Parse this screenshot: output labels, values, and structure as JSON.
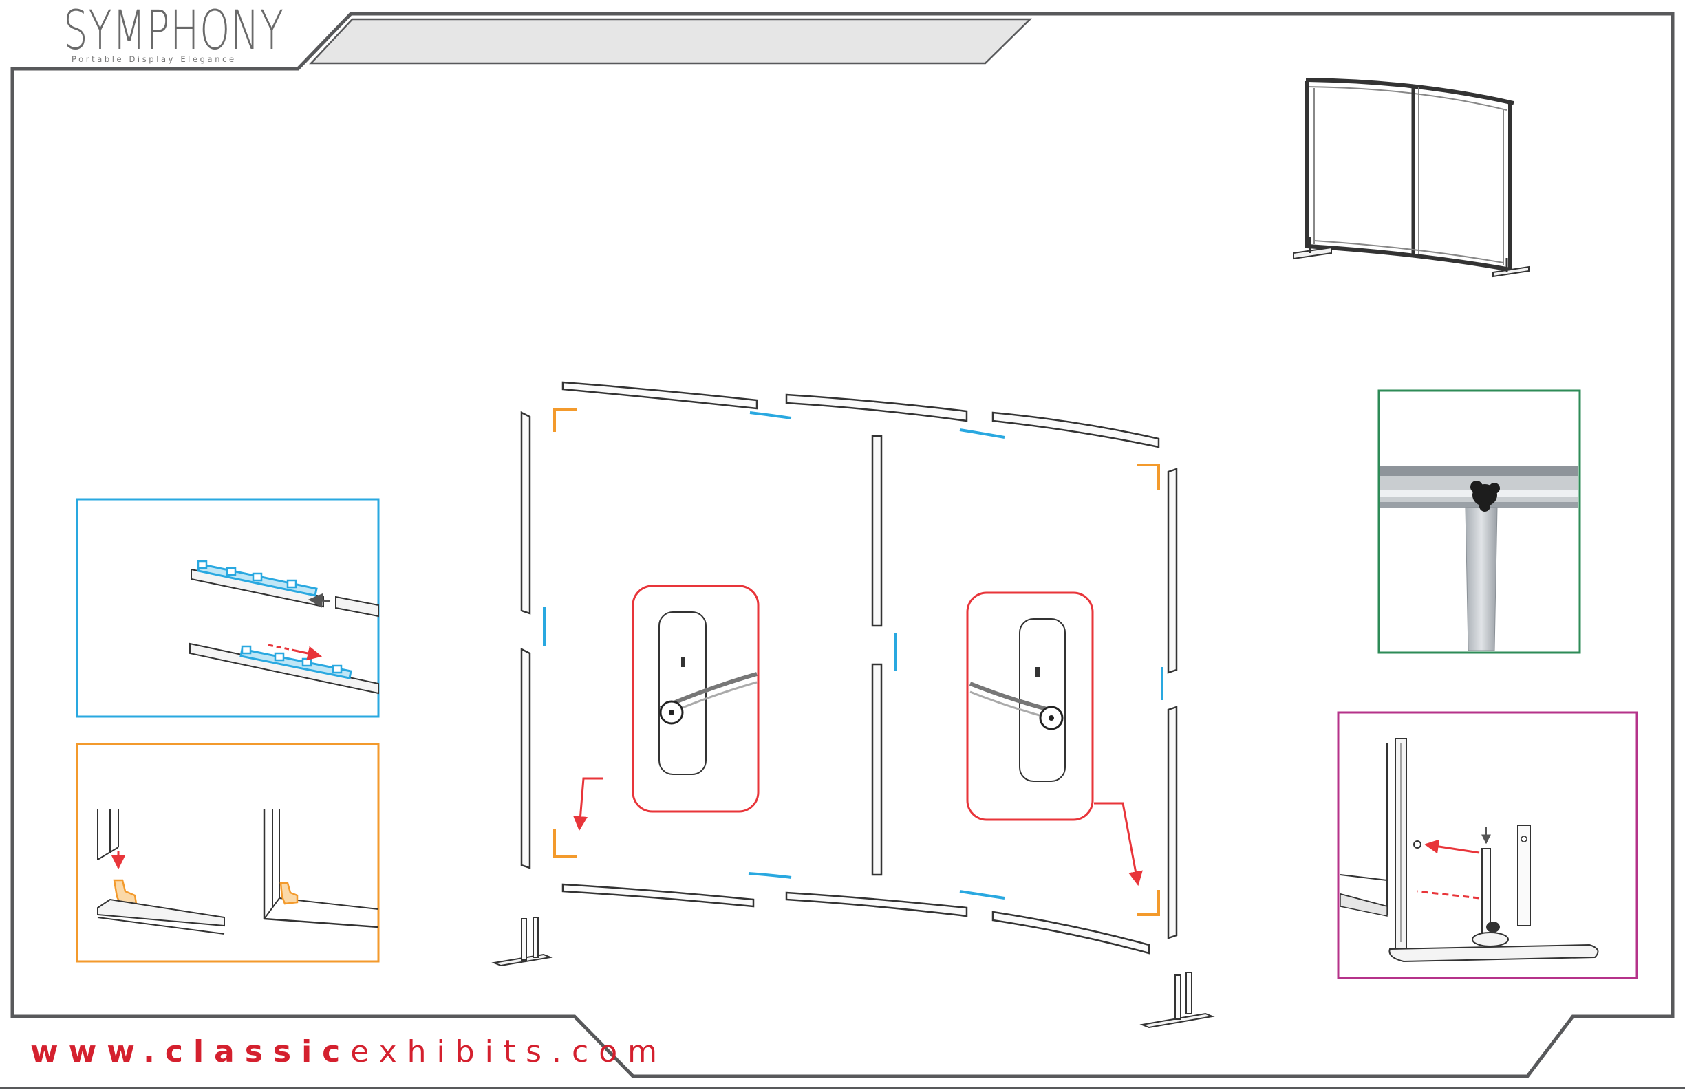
{
  "brand": {
    "logo_title": "SYMPHONY",
    "logo_tagline": "Portable Display Elegance"
  },
  "footer": {
    "url_prefix": "www.",
    "url_brand": "classic",
    "url_suffix": "exhibits.com"
  },
  "colors": {
    "frame_border": "#58595b",
    "header_banner": "#e6e6e6",
    "callout_blue": "#29a8e0",
    "callout_orange": "#f39a2c",
    "callout_red": "#e8353a",
    "callout_green": "#2e8b57",
    "callout_magenta": "#b5338a",
    "url_red": "#d4202e"
  },
  "icons": {
    "assembled": "curved-frame-icon",
    "connector_detail": "spline-connector-icon",
    "corner_detail": "corner-bracket-icon",
    "hub_detail": "center-hub-icon",
    "knob_detail": "tension-knob-icon",
    "foot_detail": "base-foot-icon"
  }
}
